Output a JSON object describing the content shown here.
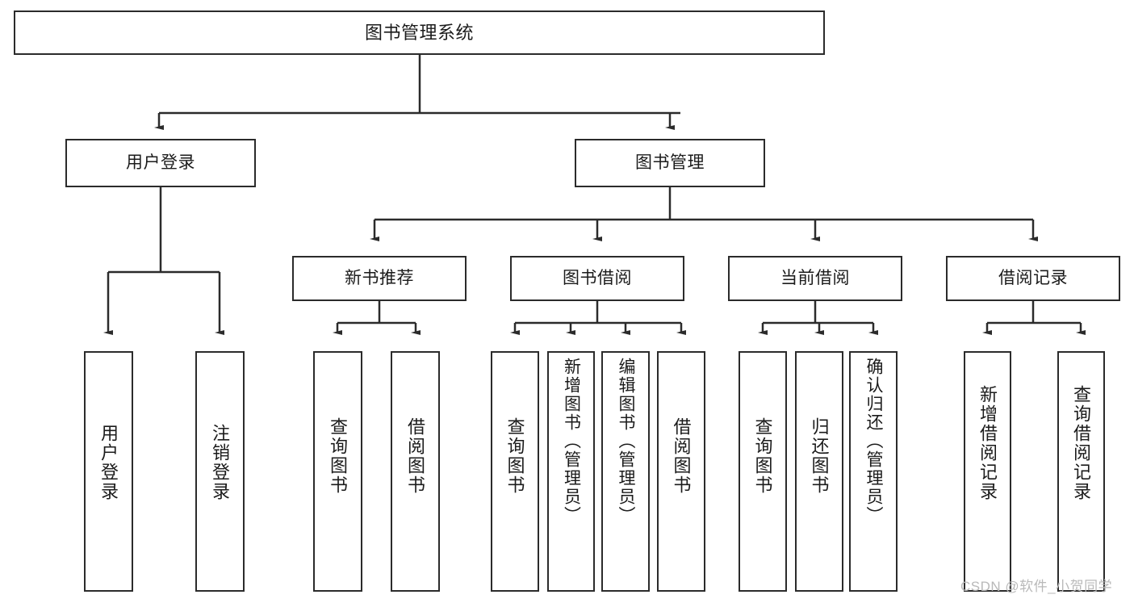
{
  "diagram": {
    "type": "tree-hierarchy-chart",
    "title": "图书管理系统",
    "watermark": "CSDN @软件_小贺同学",
    "colors": {
      "stroke": "#2b2b2b",
      "fill": "#ffffff",
      "text": "#1b1b1b",
      "watermark": "#b9b9b9"
    },
    "nodes": {
      "root": {
        "label": "图书管理系统",
        "level": 1,
        "orientation": "horizontal"
      },
      "user_login": {
        "label": "用户登录",
        "level": 2,
        "orientation": "horizontal"
      },
      "book_manage": {
        "label": "图书管理",
        "level": 2,
        "orientation": "horizontal"
      },
      "new_book_rec": {
        "label": "新书推荐",
        "level": 3,
        "orientation": "horizontal"
      },
      "book_borrow": {
        "label": "图书借阅",
        "level": 3,
        "orientation": "horizontal"
      },
      "current_borrow": {
        "label": "当前借阅",
        "level": 3,
        "orientation": "horizontal"
      },
      "borrow_record": {
        "label": "借阅记录",
        "level": 3,
        "orientation": "horizontal"
      },
      "leaf_1": {
        "label": "用户登录",
        "level": 4,
        "orientation": "vertical",
        "parent": "用户登录"
      },
      "leaf_2": {
        "label": "注销登录",
        "level": 4,
        "orientation": "vertical",
        "parent": "用户登录"
      },
      "leaf_3": {
        "label": "查询图书",
        "level": 4,
        "orientation": "vertical",
        "parent": "新书推荐"
      },
      "leaf_4": {
        "label": "借阅图书",
        "level": 4,
        "orientation": "vertical",
        "parent": "新书推荐"
      },
      "leaf_5": {
        "label": "查询图书",
        "level": 4,
        "orientation": "vertical",
        "parent": "图书借阅"
      },
      "leaf_6": {
        "label": "新增图书（管理员）",
        "level": 4,
        "orientation": "vertical",
        "parent": "图书借阅"
      },
      "leaf_7": {
        "label": "编辑图书（管理员）",
        "level": 4,
        "orientation": "vertical",
        "parent": "图书借阅"
      },
      "leaf_8": {
        "label": "借阅图书",
        "level": 4,
        "orientation": "vertical",
        "parent": "图书借阅"
      },
      "leaf_9": {
        "label": "查询图书",
        "level": 4,
        "orientation": "vertical",
        "parent": "当前借阅"
      },
      "leaf_10": {
        "label": "归还图书",
        "level": 4,
        "orientation": "vertical",
        "parent": "当前借阅"
      },
      "leaf_11": {
        "label": "确认归还（管理员）",
        "level": 4,
        "orientation": "vertical",
        "parent": "当前借阅"
      },
      "leaf_12": {
        "label": "新增借阅记录",
        "level": 4,
        "orientation": "vertical",
        "parent": "借阅记录"
      },
      "leaf_13": {
        "label": "查询借阅记录",
        "level": 4,
        "orientation": "vertical",
        "parent": "借阅记录"
      }
    }
  }
}
